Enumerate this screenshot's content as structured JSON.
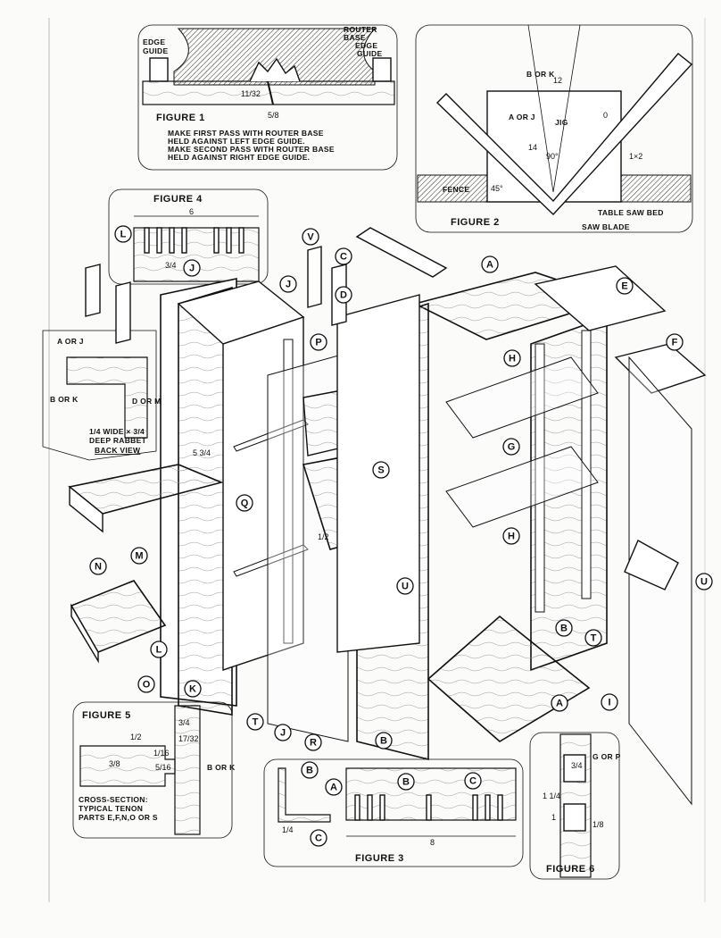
{
  "figures": {
    "fig1": {
      "caption": "FIGURE 1",
      "edge_guide_left": [
        "EDGE",
        "GUIDE"
      ],
      "edge_guide_right": [
        "EDGE",
        "GUIDE"
      ],
      "router_base": [
        "ROUTER",
        "BASE"
      ],
      "dim_depth": "11/32",
      "dim_width": "5/8",
      "notes": [
        "MAKE FIRST PASS WITH ROUTER BASE",
        "HELD AGAINST LEFT EDGE GUIDE.",
        "MAKE SECOND PASS WITH ROUTER BASE",
        "HELD AGAINST RIGHT EDGE GUIDE."
      ]
    },
    "fig2": {
      "caption": "FIGURE 2",
      "jig": "JIG",
      "fence": "FENCE",
      "angle_45": "45°",
      "angle_90": "90°",
      "dim_12": "12",
      "dim_14": "14",
      "dim_0": "0",
      "size_1x2": "1×2",
      "table_saw_bed": "TABLE SAW BED",
      "saw_blade": "SAW BLADE",
      "callout_bk": "B OR K",
      "callout_aj": "A OR J"
    },
    "fig3": {
      "caption": "FIGURE 3",
      "dim_total": "8",
      "dim_small": "1/4",
      "callouts": [
        "B",
        "A",
        "C",
        "B",
        "C"
      ]
    },
    "fig4": {
      "caption": "FIGURE 4",
      "dim_total": "6",
      "dim_thick": "3/4",
      "callouts": [
        "L",
        "J"
      ]
    },
    "fig5": {
      "caption": "FIGURE 5",
      "dim_3_4": "3/4",
      "dim_17_32": "17/32",
      "dim_half": "1/2",
      "dim_1_16": "1/16",
      "dim_3_8": "3/8",
      "dim_5_16": "5/16",
      "notes": [
        "CROSS-SECTION:",
        "TYPICAL TENON",
        "PARTS E,F,N,O OR S"
      ],
      "callout": "B OR K"
    },
    "fig6": {
      "caption": "FIGURE 6",
      "dim_3_4": "3/4",
      "dim_1_1_4": "1 1/4",
      "dim_1": "1",
      "dim_1_8": "1/8",
      "callout": "G OR P"
    },
    "back_view": {
      "rabbet": [
        "1/4 WIDE × 3/4",
        "DEEP RABBET"
      ],
      "title": "BACK VIEW",
      "callouts": [
        "A OR J",
        "B OR K",
        "D OR M"
      ]
    }
  },
  "main": {
    "dim_5_3_4": "5 3/4",
    "dim_half": "1/2",
    "callouts": [
      "A",
      "C",
      "D",
      "E",
      "F",
      "G",
      "H",
      "H",
      "I",
      "J",
      "J",
      "K",
      "L",
      "M",
      "N",
      "O",
      "P",
      "Q",
      "R",
      "S",
      "T",
      "T",
      "U",
      "U",
      "V",
      "A",
      "B",
      "B"
    ]
  }
}
